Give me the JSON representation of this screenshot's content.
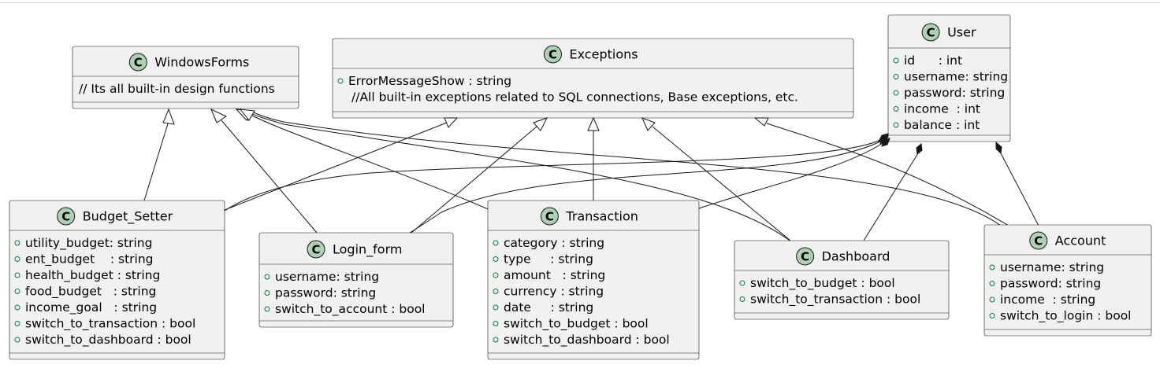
{
  "diagram": {
    "type": "uml-class",
    "classes": [
      {
        "id": "WindowsForms",
        "name": "WindowsForms",
        "members": [
          {
            "text": "// Its all built-in design functions",
            "vis": false
          }
        ]
      },
      {
        "id": "Exceptions",
        "name": "Exceptions",
        "members": [
          {
            "text": "ErrorMessageShow : string",
            "vis": true
          },
          {
            "text": "//All built-in exceptions related to SQL connections, Base exceptions, etc.",
            "vis": false
          }
        ]
      },
      {
        "id": "User",
        "name": "User",
        "members": [
          {
            "text": "id      : int",
            "vis": true
          },
          {
            "text": "username: string",
            "vis": true
          },
          {
            "text": "password: string",
            "vis": true
          },
          {
            "text": "income  : int",
            "vis": true
          },
          {
            "text": "balance : int",
            "vis": true
          }
        ]
      },
      {
        "id": "Budget_Setter",
        "name": "Budget_Setter",
        "members": [
          {
            "text": "utility_budget: string",
            "vis": true
          },
          {
            "text": "ent_budget    : string",
            "vis": true
          },
          {
            "text": "health_budget : string",
            "vis": true
          },
          {
            "text": "food_budget   : string",
            "vis": true
          },
          {
            "text": "income_goal   : string",
            "vis": true
          },
          {
            "text": "switch_to_transaction : bool",
            "vis": true
          },
          {
            "text": "switch_to_dashboard : bool",
            "vis": true
          }
        ]
      },
      {
        "id": "Login_form",
        "name": "Login_form",
        "members": [
          {
            "text": "username: string",
            "vis": true
          },
          {
            "text": "password: string",
            "vis": true
          },
          {
            "text": "switch_to_account : bool",
            "vis": true
          }
        ]
      },
      {
        "id": "Transaction",
        "name": "Transaction",
        "members": [
          {
            "text": "category : string",
            "vis": true
          },
          {
            "text": "type     : string",
            "vis": true
          },
          {
            "text": "amount   : string",
            "vis": true
          },
          {
            "text": "currency : string",
            "vis": true
          },
          {
            "text": "date     : string",
            "vis": true
          },
          {
            "text": "switch_to_budget : bool",
            "vis": true
          },
          {
            "text": "switch_to_dashboard : bool",
            "vis": true
          }
        ]
      },
      {
        "id": "Dashboard",
        "name": "Dashboard",
        "members": [
          {
            "text": "switch_to_budget : bool",
            "vis": true
          },
          {
            "text": "switch_to_transaction : bool",
            "vis": true
          }
        ]
      },
      {
        "id": "Account",
        "name": "Account",
        "members": [
          {
            "text": "username: string",
            "vis": true
          },
          {
            "text": "password: string",
            "vis": true
          },
          {
            "text": "income  : string",
            "vis": true
          },
          {
            "text": "switch_to_login : bool",
            "vis": true
          }
        ]
      }
    ],
    "relations": [
      {
        "from": "Budget_Setter",
        "to": "WindowsForms",
        "type": "inheritance"
      },
      {
        "from": "Login_form",
        "to": "WindowsForms",
        "type": "inheritance"
      },
      {
        "from": "Transaction",
        "to": "WindowsForms",
        "type": "inheritance"
      },
      {
        "from": "Dashboard",
        "to": "WindowsForms",
        "type": "inheritance"
      },
      {
        "from": "Account",
        "to": "WindowsForms",
        "type": "inheritance"
      },
      {
        "from": "Budget_Setter",
        "to": "Exceptions",
        "type": "inheritance"
      },
      {
        "from": "Login_form",
        "to": "Exceptions",
        "type": "inheritance"
      },
      {
        "from": "Transaction",
        "to": "Exceptions",
        "type": "inheritance"
      },
      {
        "from": "Dashboard",
        "to": "Exceptions",
        "type": "inheritance"
      },
      {
        "from": "Account",
        "to": "Exceptions",
        "type": "inheritance"
      },
      {
        "from": "User",
        "to": "Budget_Setter",
        "type": "composition"
      },
      {
        "from": "User",
        "to": "Login_form",
        "type": "composition"
      },
      {
        "from": "User",
        "to": "Transaction",
        "type": "composition"
      },
      {
        "from": "User",
        "to": "Dashboard",
        "type": "composition"
      },
      {
        "from": "User",
        "to": "Account",
        "type": "composition"
      }
    ]
  }
}
